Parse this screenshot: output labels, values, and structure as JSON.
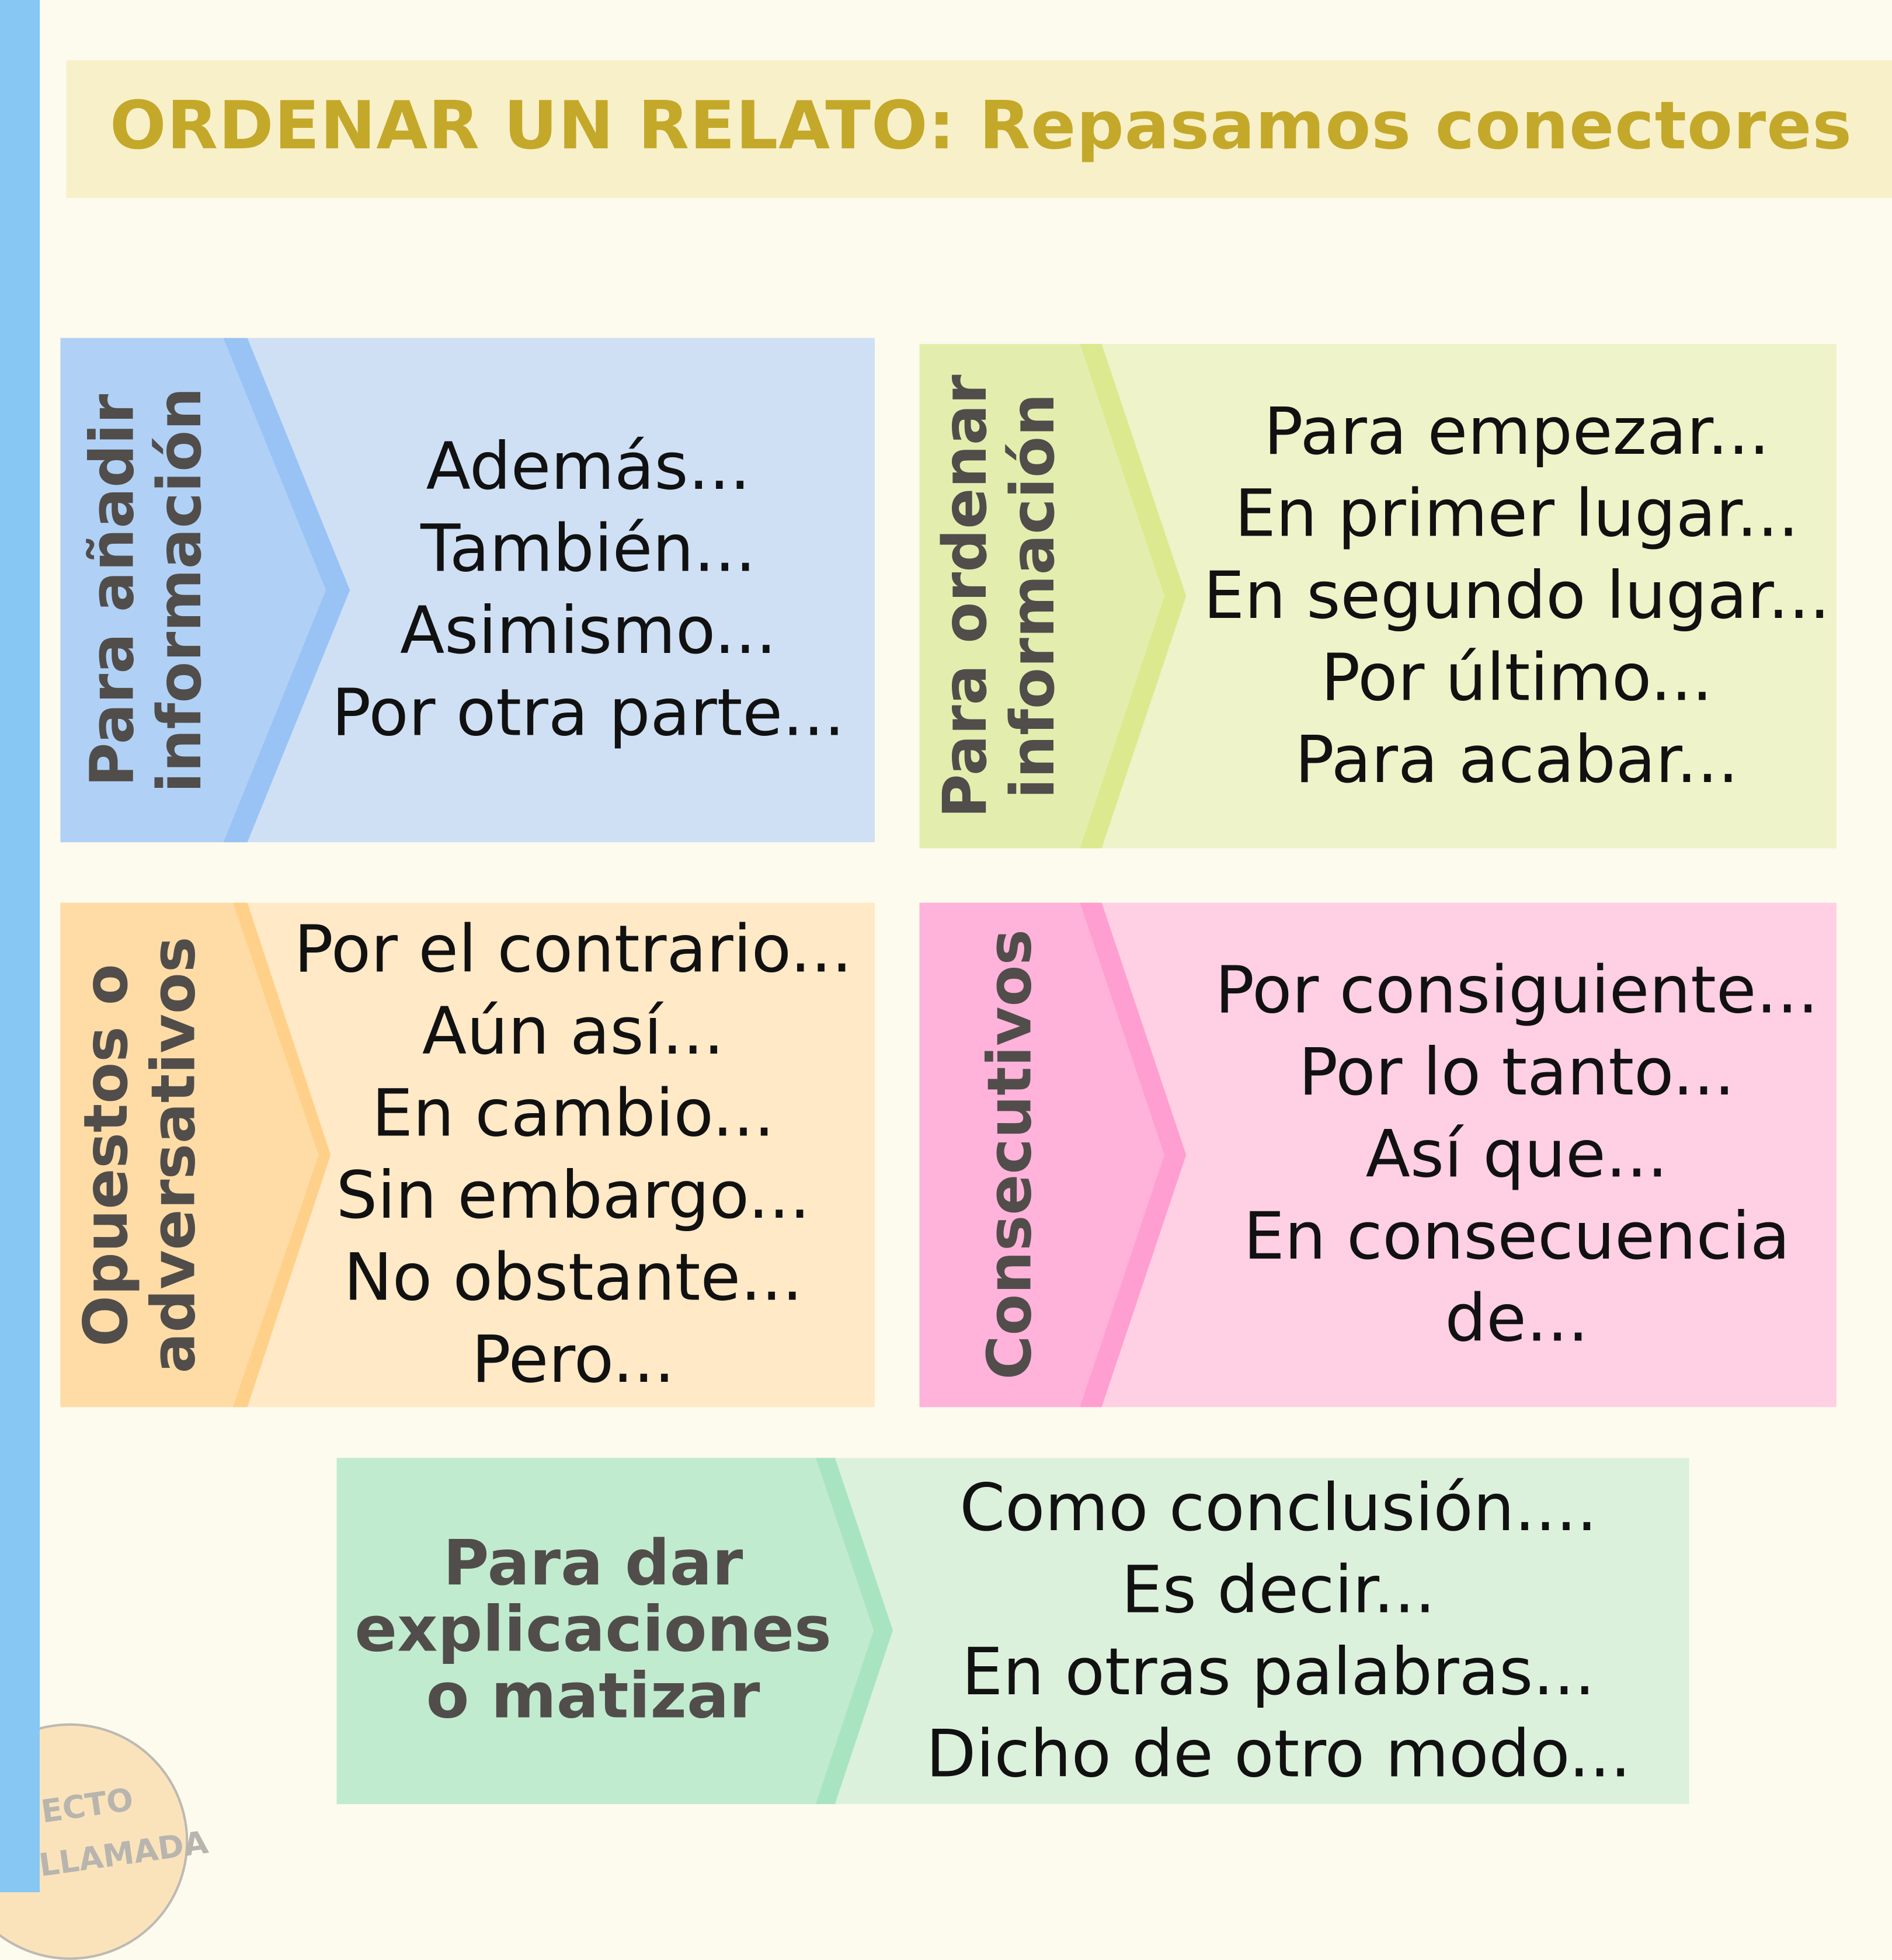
{
  "title": "ORDENAR UN RELATO: Repasamos conectores",
  "cards": [
    {
      "label": "Para añadir información",
      "items": [
        "Además...",
        "También...",
        "Asimismo...",
        "Por otra parte..."
      ],
      "colors": {
        "left": "#b0d1f5",
        "stripe": "#9ac3f5",
        "right": "#cfe0f5"
      }
    },
    {
      "label": "Para ordenar información",
      "items": [
        "Para empezar...",
        "En primer lugar...",
        "En segundo lugar...",
        "Por último...",
        "Para acabar..."
      ],
      "colors": {
        "left": "#e3eeae",
        "stripe": "#dce98e",
        "right": "#eef3c9"
      }
    },
    {
      "label": "Opuestos o adversativos",
      "items": [
        "Por el contrario...",
        "Aún así...",
        "En cambio...",
        "Sin embargo...",
        "No obstante...",
        "Pero..."
      ],
      "colors": {
        "left": "#ffdca6",
        "stripe": "#ffd08a",
        "right": "#ffe9c6"
      }
    },
    {
      "label": "Consecutivos",
      "items": [
        "Por consiguiente...",
        "Por lo tanto...",
        "Así que...",
        "En consecuencia",
        "de..."
      ],
      "colors": {
        "left": "#ffb2da",
        "stripe": "#ff9ed0",
        "right": "#ffcfe3"
      }
    },
    {
      "label": "Para dar explicaciones o matizar",
      "items": [
        "Como conclusión....",
        "Es decir...",
        "En otras palabras...",
        "Dicho de otro modo..."
      ],
      "colors": {
        "left": "#c1ebcf",
        "stripe": "#a9e4c1",
        "right": "#dcf1dc"
      }
    }
  ],
  "logo": {
    "line1": "ECTO",
    "line2": "LLAMADA"
  }
}
